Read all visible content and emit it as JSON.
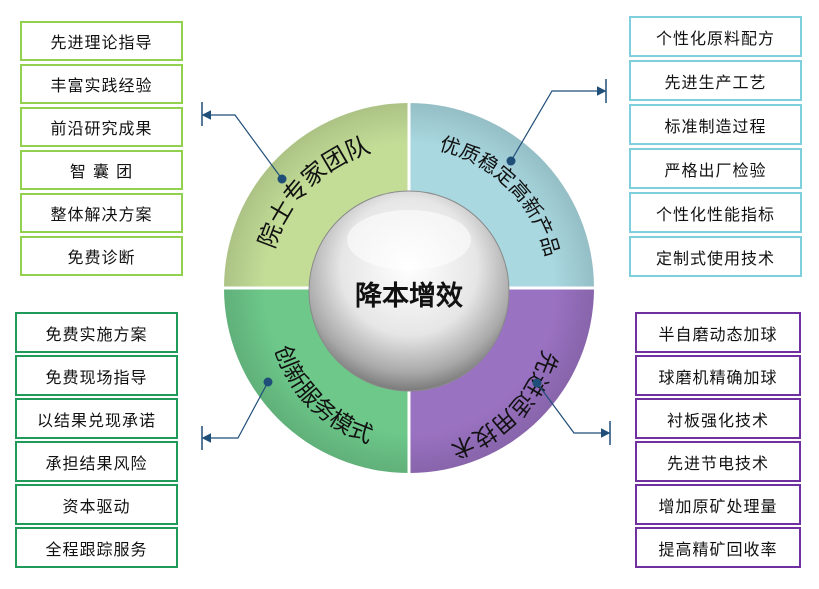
{
  "center": {
    "label": "降本增效"
  },
  "quadrants": [
    {
      "label": "院士专家团队",
      "color": "#c3dd97"
    },
    {
      "label": "优质稳定高新产品",
      "color": "#a9d8e0"
    },
    {
      "label": "先进适用技术",
      "color": "#9a72c2"
    },
    {
      "label": "创新服务模式",
      "color": "#6dc88a"
    }
  ],
  "lists": {
    "top_left": [
      "先进理论指导",
      "丰富实践经验",
      "前沿研究成果",
      "智 囊 团",
      "整体解决方案",
      "免费诊断"
    ],
    "top_right": [
      "个性化原料配方",
      "先进生产工艺",
      "标准制造过程",
      "严格出厂检验",
      "个性化性能指标",
      "定制式使用技术"
    ],
    "bottom_left": [
      "免费实施方案",
      "免费现场指导",
      "以结果兑现承诺",
      "承担结果风险",
      "资本驱动",
      "全程跟踪服务"
    ],
    "bottom_right": [
      "半自磨动态加球",
      "球磨机精确加球",
      "衬板强化技术",
      "先进节电技术",
      "增加原矿处理量",
      "提高精矿回收率"
    ]
  }
}
